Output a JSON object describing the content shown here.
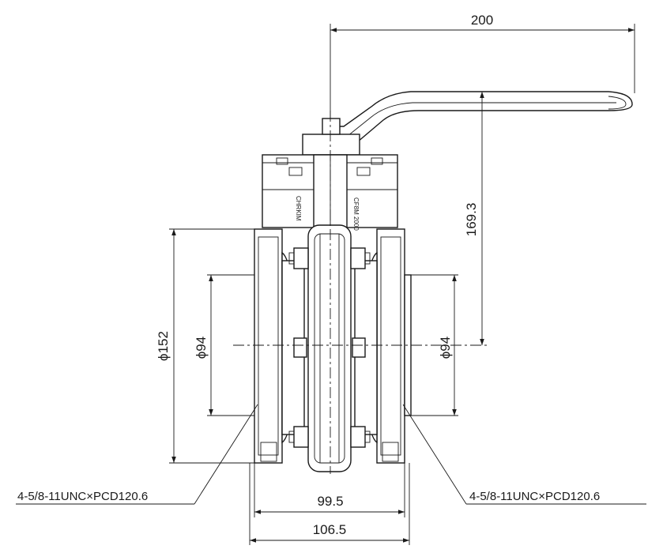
{
  "dimensions": {
    "handle_length": "200",
    "height_to_center": "169.3",
    "flange_dia": "ϕ152",
    "bore_left": "ϕ94",
    "bore_right": "ϕ94",
    "inner_width": "99.5",
    "overall_width": "106.5"
  },
  "callouts": {
    "left": "4-5/8-11UNC×PCD120.6",
    "right": "4-5/8-11UNC×PCD120.6"
  },
  "body_markings": {
    "logo": "CHRKIM",
    "rating": "CF8M 2000"
  }
}
